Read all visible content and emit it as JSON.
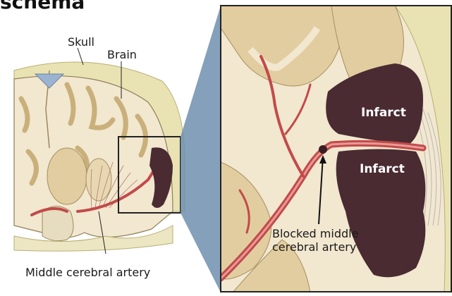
{
  "header": {
    "title_fragment": "schema"
  },
  "labels": {
    "skull": "Skull",
    "brain": "Brain",
    "middle_cerebral_artery": "Middle cerebral artery",
    "infarct_upper": "Infarct",
    "infarct_lower": "Infarct",
    "blocked_line1": "Blocked middle",
    "blocked_line2": "cerebral artery"
  },
  "colors": {
    "brain_tissue": "#f2e7cf",
    "gray_matter": "#e2cda0",
    "skull": "#e9e3b4",
    "artery": "#c24a4a",
    "infarct": "#4a2b32",
    "panel_border": "#222222",
    "zoom_wedge": "#6f8fae"
  }
}
